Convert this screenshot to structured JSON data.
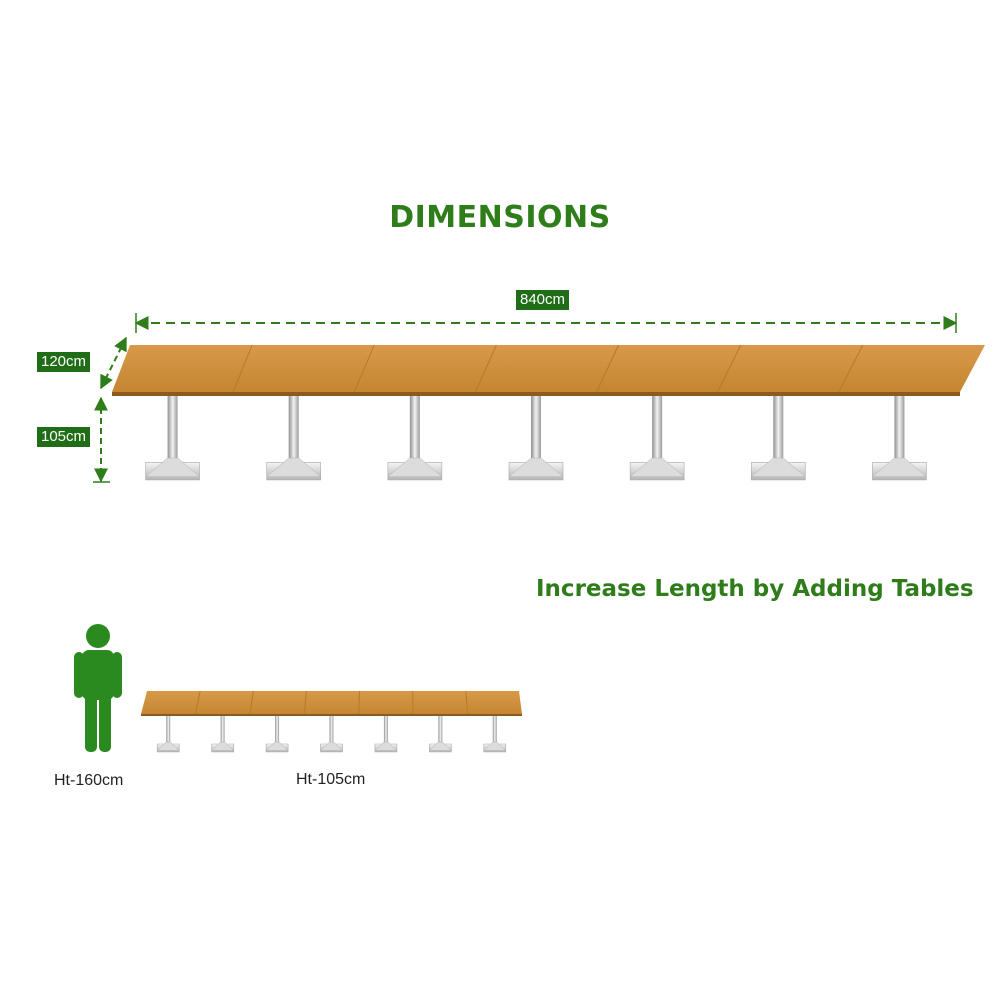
{
  "title": "DIMENSIONS",
  "subtitle": "Increase Length by Adding Tables",
  "dimensions": {
    "length": "840cm",
    "width": "120cm",
    "height": "105cm"
  },
  "comparison": {
    "person_height": "Ht-160cm",
    "table_height": "Ht-105cm"
  },
  "table_modules": 7,
  "colors": {
    "accent_green": "#2e7d1a",
    "label_bg": "#1f6e17",
    "tabletop": "#c98a3a",
    "metal": "#c8c8c8"
  },
  "icons": [
    "person-icon",
    "arrow-icon"
  ]
}
